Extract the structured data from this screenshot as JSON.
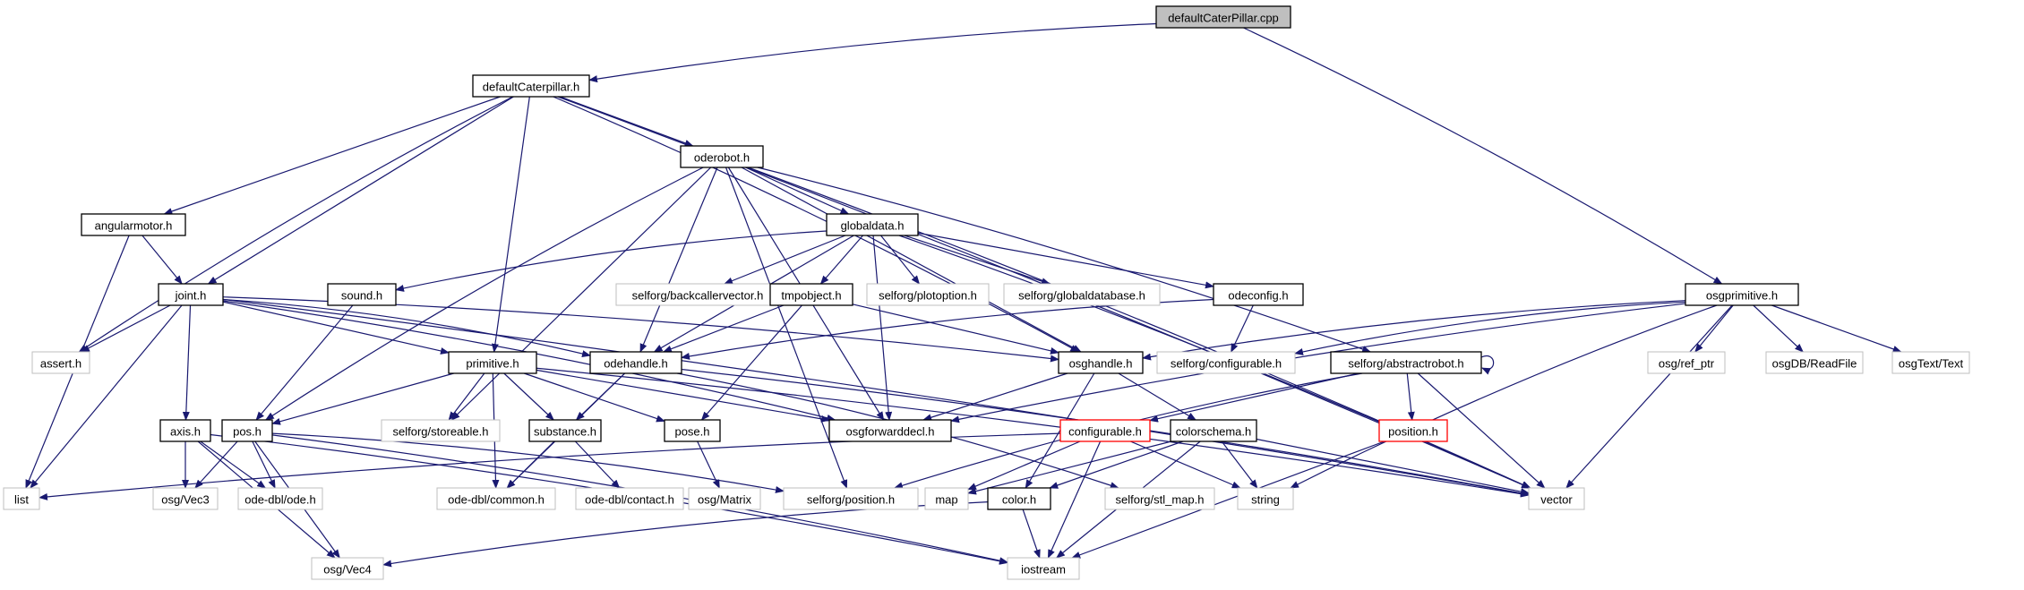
{
  "root": "defaultCaterPillar.cpp",
  "nodes": [
    {
      "id": "n_cpp",
      "label": "defaultCaterPillar.cpp",
      "kind": "root"
    },
    {
      "id": "n_dch",
      "label": "defaultCaterpillar.h",
      "kind": "header"
    },
    {
      "id": "n_ode",
      "label": "oderobot.h",
      "kind": "header"
    },
    {
      "id": "n_ang",
      "label": "angularmotor.h",
      "kind": "header"
    },
    {
      "id": "n_glob",
      "label": "globaldata.h",
      "kind": "header"
    },
    {
      "id": "n_joint",
      "label": "joint.h",
      "kind": "header"
    },
    {
      "id": "n_sound",
      "label": "sound.h",
      "kind": "header"
    },
    {
      "id": "n_bcv",
      "label": "selforg/backcallervector.h",
      "kind": "external"
    },
    {
      "id": "n_tmp",
      "label": "tmpobject.h",
      "kind": "header"
    },
    {
      "id": "n_plot",
      "label": "selforg/plotoption.h",
      "kind": "external"
    },
    {
      "id": "n_gdb",
      "label": "selforg/globaldatabase.h",
      "kind": "external"
    },
    {
      "id": "n_odec",
      "label": "odeconfig.h",
      "kind": "header"
    },
    {
      "id": "n_osgp",
      "label": "osgprimitive.h",
      "kind": "header"
    },
    {
      "id": "n_assert",
      "label": "assert.h",
      "kind": "external"
    },
    {
      "id": "n_prim",
      "label": "primitive.h",
      "kind": "header"
    },
    {
      "id": "n_odeh",
      "label": "odehandle.h",
      "kind": "header"
    },
    {
      "id": "n_osgh",
      "label": "osghandle.h",
      "kind": "header"
    },
    {
      "id": "n_scfg",
      "label": "selforg/configurable.h",
      "kind": "external"
    },
    {
      "id": "n_abs",
      "label": "selforg/abstractrobot.h",
      "kind": "header"
    },
    {
      "id": "n_ref",
      "label": "osg/ref_ptr",
      "kind": "external"
    },
    {
      "id": "n_rf",
      "label": "osgDB/ReadFile",
      "kind": "external"
    },
    {
      "id": "n_txt",
      "label": "osgText/Text",
      "kind": "external"
    },
    {
      "id": "n_axis",
      "label": "axis.h",
      "kind": "header"
    },
    {
      "id": "n_pos",
      "label": "pos.h",
      "kind": "header"
    },
    {
      "id": "n_stor",
      "label": "selforg/storeable.h",
      "kind": "external"
    },
    {
      "id": "n_sub",
      "label": "substance.h",
      "kind": "header"
    },
    {
      "id": "n_pose",
      "label": "pose.h",
      "kind": "header"
    },
    {
      "id": "n_fwd",
      "label": "osgforwarddecl.h",
      "kind": "header"
    },
    {
      "id": "n_cfg",
      "label": "configurable.h",
      "kind": "missing"
    },
    {
      "id": "n_cs",
      "label": "colorschema.h",
      "kind": "header"
    },
    {
      "id": "n_posi",
      "label": "position.h",
      "kind": "missing"
    },
    {
      "id": "n_list",
      "label": "list",
      "kind": "external"
    },
    {
      "id": "n_vec3",
      "label": "osg/Vec3",
      "kind": "external"
    },
    {
      "id": "n_dode",
      "label": "ode-dbl/ode.h",
      "kind": "external"
    },
    {
      "id": "n_com",
      "label": "ode-dbl/common.h",
      "kind": "external"
    },
    {
      "id": "n_con",
      "label": "ode-dbl/contact.h",
      "kind": "external"
    },
    {
      "id": "n_mat",
      "label": "osg/Matrix",
      "kind": "external"
    },
    {
      "id": "n_spos",
      "label": "selforg/position.h",
      "kind": "external"
    },
    {
      "id": "n_map",
      "label": "map",
      "kind": "external"
    },
    {
      "id": "n_color",
      "label": "color.h",
      "kind": "header"
    },
    {
      "id": "n_stl",
      "label": "selforg/stl_map.h",
      "kind": "external"
    },
    {
      "id": "n_str",
      "label": "string",
      "kind": "external"
    },
    {
      "id": "n_vec",
      "label": "vector",
      "kind": "external"
    },
    {
      "id": "n_vec4",
      "label": "osg/Vec4",
      "kind": "external"
    },
    {
      "id": "n_io",
      "label": "iostream",
      "kind": "external"
    }
  ],
  "edges": [
    [
      "n_cpp",
      "n_dch"
    ],
    [
      "n_cpp",
      "n_osgp"
    ],
    [
      "n_dch",
      "n_ode"
    ],
    [
      "n_dch",
      "n_ang"
    ],
    [
      "n_dch",
      "n_joint"
    ],
    [
      "n_dch",
      "n_assert"
    ],
    [
      "n_dch",
      "n_prim"
    ],
    [
      "n_dch",
      "n_osgh"
    ],
    [
      "n_dch",
      "n_vec"
    ],
    [
      "n_ode",
      "n_glob"
    ],
    [
      "n_ode",
      "n_odeh"
    ],
    [
      "n_ode",
      "n_stor"
    ],
    [
      "n_ode",
      "n_pos"
    ],
    [
      "n_ode",
      "n_abs"
    ],
    [
      "n_ode",
      "n_osgh"
    ],
    [
      "n_ode",
      "n_fwd"
    ],
    [
      "n_ode",
      "n_vec"
    ],
    [
      "n_ode",
      "n_spos"
    ],
    [
      "n_ang",
      "n_joint"
    ],
    [
      "n_ang",
      "n_list"
    ],
    [
      "n_glob",
      "n_sound"
    ],
    [
      "n_glob",
      "n_bcv"
    ],
    [
      "n_glob",
      "n_tmp"
    ],
    [
      "n_glob",
      "n_plot"
    ],
    [
      "n_glob",
      "n_gdb"
    ],
    [
      "n_glob",
      "n_odec"
    ],
    [
      "n_glob",
      "n_odeh"
    ],
    [
      "n_glob",
      "n_fwd"
    ],
    [
      "n_glob",
      "n_vec"
    ],
    [
      "n_joint",
      "n_assert"
    ],
    [
      "n_joint",
      "n_list"
    ],
    [
      "n_joint",
      "n_axis"
    ],
    [
      "n_joint",
      "n_prim"
    ],
    [
      "n_joint",
      "n_odeh"
    ],
    [
      "n_joint",
      "n_osgh"
    ],
    [
      "n_joint",
      "n_fwd"
    ],
    [
      "n_joint",
      "n_vec"
    ],
    [
      "n_sound",
      "n_pos"
    ],
    [
      "n_tmp",
      "n_odeh"
    ],
    [
      "n_tmp",
      "n_osgh"
    ],
    [
      "n_tmp",
      "n_pose"
    ],
    [
      "n_odec",
      "n_odeh"
    ],
    [
      "n_odec",
      "n_scfg"
    ],
    [
      "n_osgp",
      "n_osgh"
    ],
    [
      "n_osgp",
      "n_fwd"
    ],
    [
      "n_osgp",
      "n_ref"
    ],
    [
      "n_osgp",
      "n_rf"
    ],
    [
      "n_osgp",
      "n_txt"
    ],
    [
      "n_osgp",
      "n_vec"
    ],
    [
      "n_osgp",
      "n_str"
    ],
    [
      "n_osgp",
      "n_scfg"
    ],
    [
      "n_prim",
      "n_pos"
    ],
    [
      "n_prim",
      "n_stor"
    ],
    [
      "n_prim",
      "n_sub"
    ],
    [
      "n_prim",
      "n_pose"
    ],
    [
      "n_prim",
      "n_fwd"
    ],
    [
      "n_prim",
      "n_com"
    ],
    [
      "n_prim",
      "n_vec"
    ],
    [
      "n_odeh",
      "n_sub"
    ],
    [
      "n_odeh",
      "n_com"
    ],
    [
      "n_odeh",
      "n_vec"
    ],
    [
      "n_odeh",
      "n_stl"
    ],
    [
      "n_osgh",
      "n_fwd"
    ],
    [
      "n_osgh",
      "n_cs"
    ],
    [
      "n_osgh",
      "n_color"
    ],
    [
      "n_abs",
      "n_abs"
    ],
    [
      "n_abs",
      "n_cfg"
    ],
    [
      "n_abs",
      "n_posi"
    ],
    [
      "n_abs",
      "n_spos"
    ],
    [
      "n_abs",
      "n_vec"
    ],
    [
      "n_axis",
      "n_vec3"
    ],
    [
      "n_axis",
      "n_dode"
    ],
    [
      "n_axis",
      "n_vec4"
    ],
    [
      "n_axis",
      "n_io"
    ],
    [
      "n_pos",
      "n_vec3"
    ],
    [
      "n_pos",
      "n_dode"
    ],
    [
      "n_pos",
      "n_vec4"
    ],
    [
      "n_pos",
      "n_io"
    ],
    [
      "n_pos",
      "n_spos"
    ],
    [
      "n_sub",
      "n_com"
    ],
    [
      "n_sub",
      "n_con"
    ],
    [
      "n_pose",
      "n_mat"
    ],
    [
      "n_cfg",
      "n_list"
    ],
    [
      "n_cfg",
      "n_map"
    ],
    [
      "n_cfg",
      "n_str"
    ],
    [
      "n_cfg",
      "n_io"
    ],
    [
      "n_cs",
      "n_color"
    ],
    [
      "n_cs",
      "n_str"
    ],
    [
      "n_cs",
      "n_vec"
    ],
    [
      "n_cs",
      "n_io"
    ],
    [
      "n_cs",
      "n_map"
    ],
    [
      "n_posi",
      "n_io"
    ],
    [
      "n_color",
      "n_io"
    ],
    [
      "n_color",
      "n_vec4"
    ]
  ],
  "colors": {
    "edge": "#191970",
    "header_border": "#000000",
    "external_border": "#bfbfbf",
    "missing_border": "#ff0000",
    "root_fill": "#bfbfbf"
  }
}
